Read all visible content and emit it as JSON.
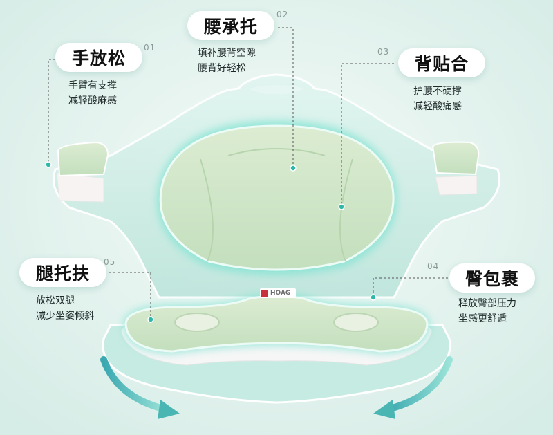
{
  "callouts": [
    {
      "title": "手放松",
      "num": "01",
      "lines": [
        "手臂有支撑",
        "减轻酸麻感"
      ]
    },
    {
      "title": "腰承托",
      "num": "02",
      "lines": [
        "填补腰背空隙",
        "腰背好轻松"
      ]
    },
    {
      "title": "背贴合",
      "num": "03",
      "lines": [
        "护腰不硬撑",
        "减轻酸痛感"
      ]
    },
    {
      "title": "臀包裹",
      "num": "04",
      "lines": [
        "释放臀部压力",
        "坐感更舒适"
      ]
    },
    {
      "title": "腿托扶",
      "num": "05",
      "lines": [
        "放松双腿",
        "减少坐姿倾斜"
      ]
    }
  ],
  "brand": "HOAG",
  "colors": {
    "mint": "#c9ede1",
    "glow": "#7fe3d2",
    "pad": "#cfe6c4",
    "arrow": "#4ab6b3"
  },
  "icons": [
    "curved-arrow-left-icon",
    "curved-arrow-right-icon"
  ]
}
